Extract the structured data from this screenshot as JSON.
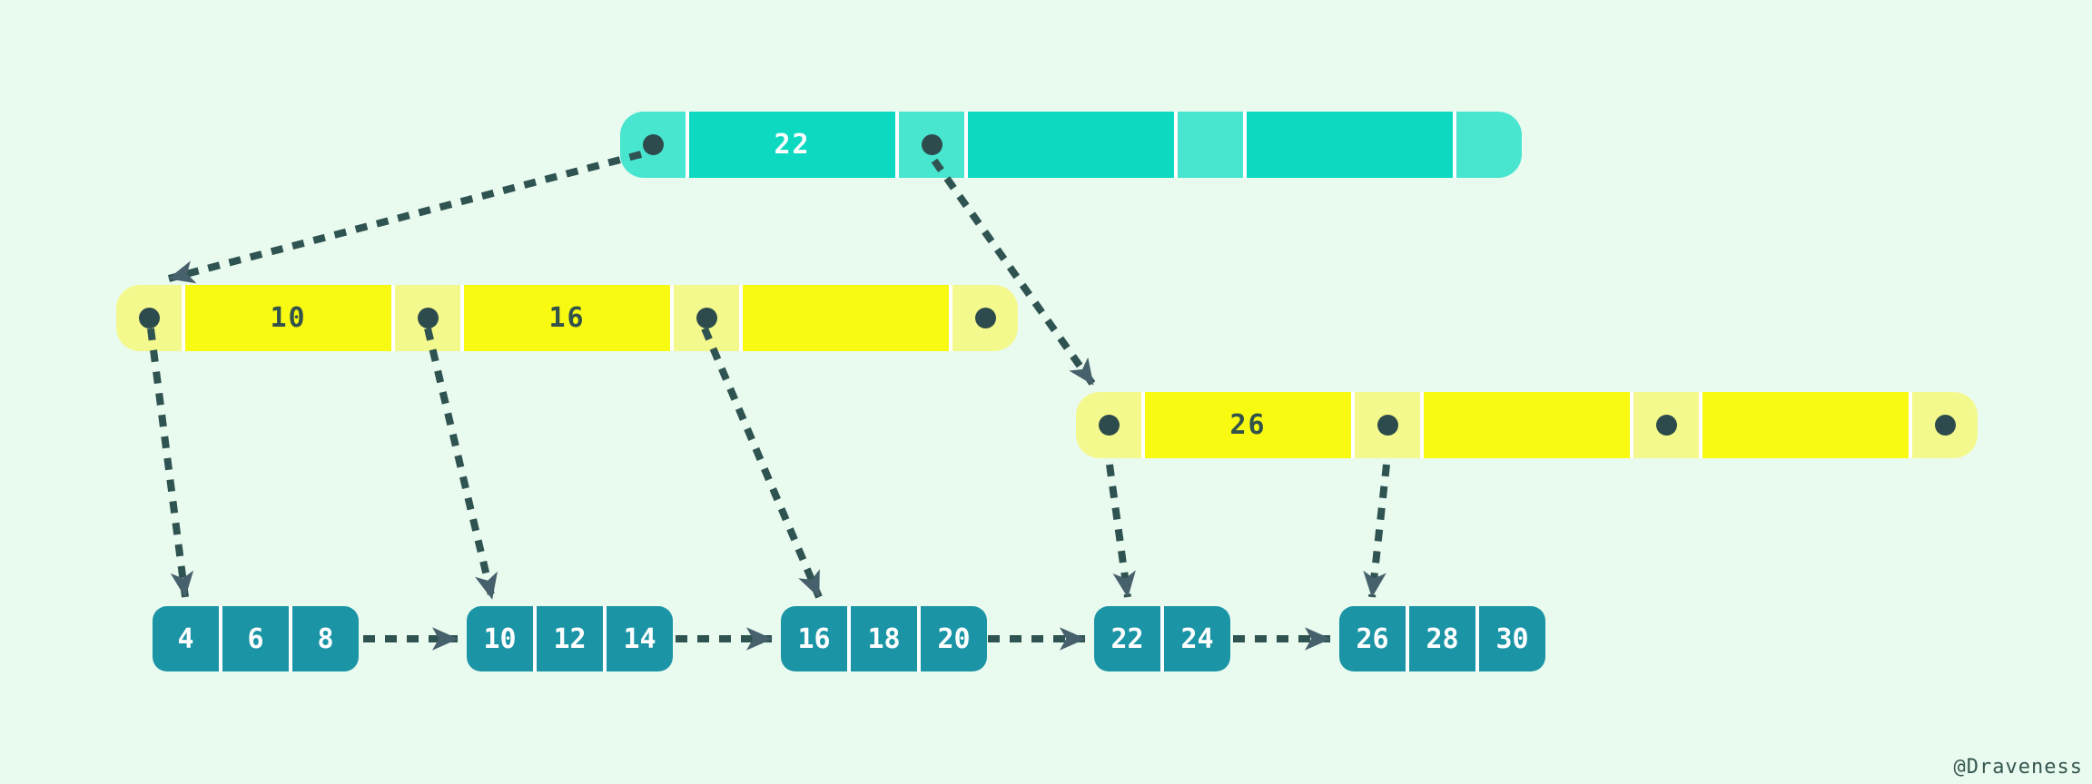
{
  "watermark": "@Draveness",
  "colors": {
    "background": "#e9faef",
    "root-key": "#0cd9c0",
    "root-pointer": "#48e5cf",
    "internal-key": "#f8fa12",
    "internal-pointer": "#f4f98d",
    "leaf": "#1b95a5",
    "dot": "#2d4b4c",
    "arrow": "#2f5351",
    "arrowhead": "#46606c",
    "key-text-dark": "#33524b",
    "key-text-light": "#ffffff"
  },
  "tree": {
    "root": {
      "cells": [
        {
          "type": "pointer",
          "dot": true
        },
        {
          "type": "key",
          "value": "22"
        },
        {
          "type": "pointer",
          "dot": true
        },
        {
          "type": "key",
          "value": ""
        },
        {
          "type": "pointer",
          "dot": false
        },
        {
          "type": "key",
          "value": ""
        },
        {
          "type": "pointer",
          "dot": false
        }
      ]
    },
    "internal_left": {
      "cells": [
        {
          "type": "pointer",
          "dot": true
        },
        {
          "type": "key",
          "value": "10"
        },
        {
          "type": "pointer",
          "dot": true
        },
        {
          "type": "key",
          "value": "16"
        },
        {
          "type": "pointer",
          "dot": true
        },
        {
          "type": "key",
          "value": ""
        },
        {
          "type": "pointer",
          "dot": true
        }
      ]
    },
    "internal_right": {
      "cells": [
        {
          "type": "pointer",
          "dot": true
        },
        {
          "type": "key",
          "value": "26"
        },
        {
          "type": "pointer",
          "dot": true
        },
        {
          "type": "key",
          "value": ""
        },
        {
          "type": "pointer",
          "dot": true
        },
        {
          "type": "key",
          "value": ""
        },
        {
          "type": "pointer",
          "dot": true
        }
      ]
    },
    "leaves": [
      {
        "values": [
          "4",
          "6",
          "8"
        ]
      },
      {
        "values": [
          "10",
          "12",
          "14"
        ]
      },
      {
        "values": [
          "16",
          "18",
          "20"
        ]
      },
      {
        "values": [
          "22",
          "24"
        ]
      },
      {
        "values": [
          "26",
          "28",
          "30"
        ]
      }
    ],
    "links": [
      {
        "from": "root.pointer-1",
        "to": "internal-left"
      },
      {
        "from": "root.pointer-2",
        "to": "internal-right"
      },
      {
        "from": "internal-left.pointer-1",
        "to": "leaf-0"
      },
      {
        "from": "internal-left.pointer-2",
        "to": "leaf-1"
      },
      {
        "from": "internal-left.pointer-3",
        "to": "leaf-2"
      },
      {
        "from": "internal-right.pointer-1",
        "to": "leaf-3"
      },
      {
        "from": "internal-right.pointer-2",
        "to": "leaf-4"
      },
      {
        "from": "leaf-0",
        "to": "leaf-1"
      },
      {
        "from": "leaf-1",
        "to": "leaf-2"
      },
      {
        "from": "leaf-2",
        "to": "leaf-3"
      },
      {
        "from": "leaf-3",
        "to": "leaf-4"
      }
    ]
  }
}
